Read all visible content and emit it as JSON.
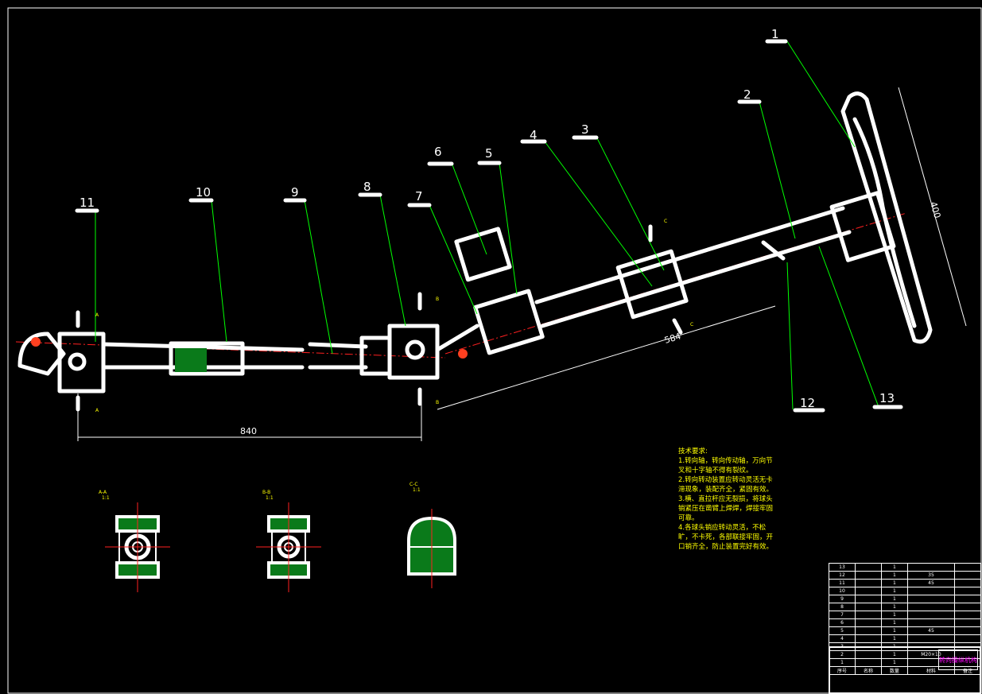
{
  "drawing": {
    "title": "转向操纵机构",
    "balloons": [
      "1",
      "2",
      "3",
      "4",
      "5",
      "6",
      "7",
      "8",
      "9",
      "10",
      "11",
      "12",
      "13"
    ],
    "dimensions": {
      "wheel_diameter": "400",
      "upper_length": "584",
      "lower_length": "840"
    },
    "section_labels": [
      {
        "name": "A-A",
        "scale": "1:1"
      },
      {
        "name": "B-B",
        "scale": "1:1"
      },
      {
        "name": "C-C",
        "scale": "1:1"
      }
    ],
    "cut_marks": [
      "A",
      "A",
      "B",
      "B",
      "C",
      "C"
    ]
  },
  "requirements": {
    "heading": "技术要求:",
    "items": [
      "1.转向轴，转向传动轴，万向节叉和十字轴不得有裂纹。",
      "2.转向转动装置应转动灵活无卡滞现象，装配齐全，紧固有效。",
      "3.横、直拉杆应无裂损，将球头销紧压在凿臂上焊焊，焊接牢固可靠。",
      "4.各球头销应转动灵活，不松旷，不卡死，各部联接牢固，开口销齐全，防止装置完好有效。"
    ]
  },
  "bom": {
    "rows": [
      {
        "no": "13",
        "qty": "1"
      },
      {
        "no": "12",
        "qty": "1",
        "material": "35"
      },
      {
        "no": "11",
        "qty": "1",
        "material": "45"
      },
      {
        "no": "10",
        "qty": "1"
      },
      {
        "no": "9",
        "qty": "1"
      },
      {
        "no": "8",
        "qty": "1"
      },
      {
        "no": "7",
        "qty": "1"
      },
      {
        "no": "6",
        "qty": "1"
      },
      {
        "no": "5",
        "qty": "1",
        "material": "45"
      },
      {
        "no": "4",
        "qty": "1"
      },
      {
        "no": "3",
        "qty": "1"
      },
      {
        "no": "2",
        "qty": "1",
        "material": "M20×10"
      },
      {
        "no": "1",
        "qty": "1"
      }
    ],
    "header": [
      "序号",
      "名称",
      "数量",
      "材料",
      "备注"
    ]
  },
  "colors": {
    "background": "#000000",
    "outline": "#ffffff",
    "leader": "#00ff00",
    "centerline": "#ff2020",
    "text": "#ffff00",
    "titleblock": "#ff00ff",
    "hatch": "#0a7a1a"
  }
}
